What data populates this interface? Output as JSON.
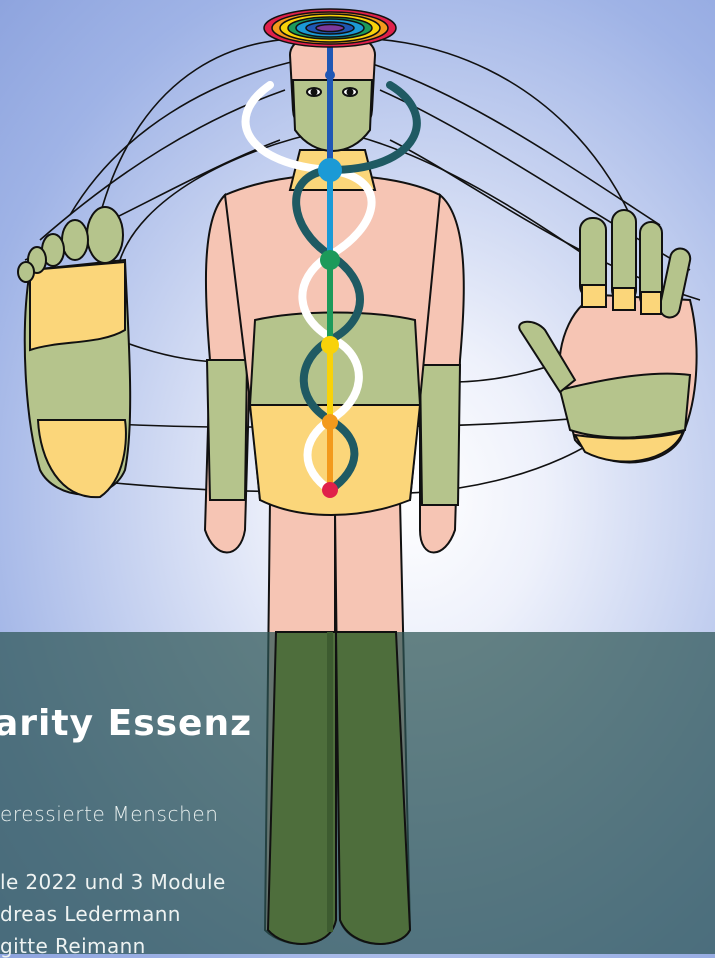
{
  "banner": {
    "title": "arity Essenz",
    "subtitle": "eressierte Menschen",
    "lines": [
      "le 2022 und 3 Module",
      "dreas Ledermann",
      "gitte Reimann"
    ]
  },
  "illustration": {
    "name": "polarity-energy-body",
    "colors": {
      "skin": "#f6c5b4",
      "green_zone": "#b5c48c",
      "yellow_zone": "#fbd67a",
      "leg_overlay": "#4e6e3c",
      "overlay": "#2c5454"
    },
    "chakra_colors": [
      "#e0204a",
      "#f39a1c",
      "#f8d20a",
      "#1c9a5a",
      "#1b9ad6",
      "#1f57b4",
      "#7c3a9c"
    ]
  }
}
